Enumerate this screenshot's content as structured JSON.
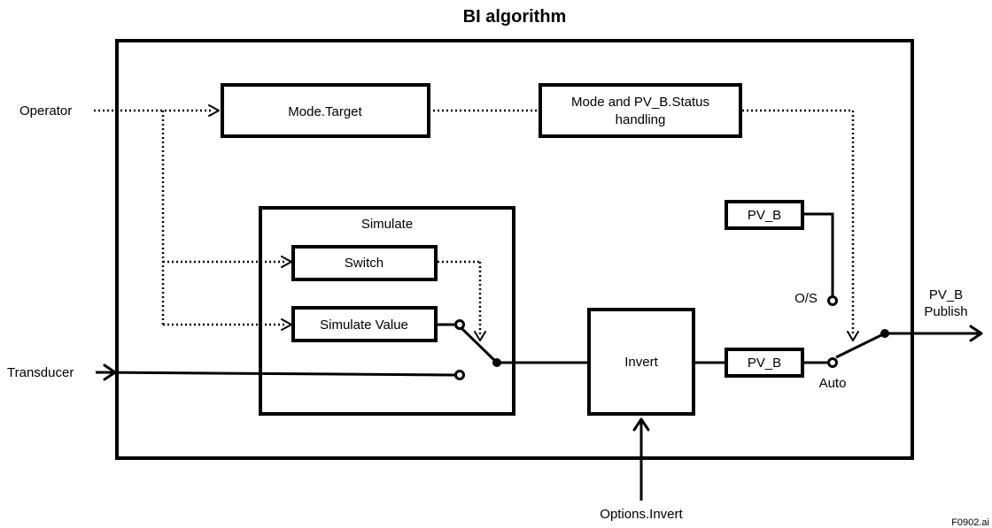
{
  "title": "BI algorithm",
  "inputs": {
    "operator": "Operator",
    "transducer": "Transducer",
    "options_invert": "Options.Invert"
  },
  "blocks": {
    "mode_target": "Mode.Target",
    "mode_status_line1": "Mode and PV_B.Status",
    "mode_status_line2": "handling",
    "simulate": "Simulate",
    "switch": "Switch",
    "simulate_value": "Simulate Value",
    "invert": "Invert",
    "pv_b_top": "PV_B",
    "pv_b_mid": "PV_B"
  },
  "switch_labels": {
    "os": "O/S",
    "auto": "Auto"
  },
  "output": {
    "line1": "PV_B",
    "line2": "Publish"
  },
  "figure_id": "F0902.ai"
}
